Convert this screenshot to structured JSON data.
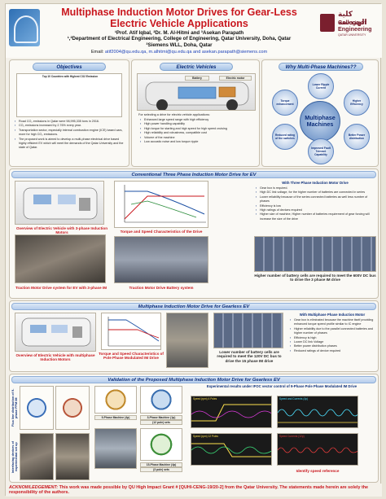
{
  "header": {
    "title": "Multiphase Induction Motor Drives for Gear-Less Electric Vehicle Applications",
    "authors_line1": "¹Prof. Atif Iqbal, ²Dr. M. Al-Hitmi and ³Asekan Parapath",
    "authors_line2": "¹,²Department of Electrical Engineering, College of Engineering, Qatar University, Doha, Qatar",
    "authors_line3": "³Siemens WLL, Doha, Qatar",
    "email_label": "Email:",
    "emails": "atif2004@qu.edu.qa, m.alhitmi@qu.edu.qa and asekan.parapath@siemens.com",
    "logo_arabic": "كلية الهندسة",
    "logo_en": "College of Engineering",
    "logo_sub": "QATAR UNIVERSITY"
  },
  "objectives": {
    "title": "Objectives",
    "chart_caption": "Top 10 Countries with Highest CO2 Emission",
    "bullets": [
      "Road CO₂ emissions in Qatar were 98,995,335 tons in 2016.",
      "CO₂ emissions increased by 2.76% every year.",
      "Transportation sector, especially internal combustion engine (ICE) based cars, more for high CO₂ emissions.",
      "The proposed work is aimed to develop a multi-phase electrical drive based highly efficient EV which will meet the demands of the Qatar University and the state of Qatar."
    ]
  },
  "electric_vehicles": {
    "title": "Electric Vehicles",
    "intro": "For selecting a drive for electric vehicle applications:",
    "bullets": [
      "Enhanced large speed range with high efficiency",
      "High power handling capability",
      "High torque for starting and high speed for high speed cruising",
      "High reliability and robustness, compatible cost",
      "Volume of the machine",
      "Low acoustic noise and low torque ripple"
    ],
    "label_motor": "Electric motor",
    "label_battery": "Battery"
  },
  "why_multiphase": {
    "title": "Why Multi-Phase Machines??",
    "center": "Multiphase Machines",
    "bubbles": [
      "Lower Ripple Current",
      "Higher Efficiency",
      "Better Power distribution",
      "Improved Fault Tolerant Capability",
      "Reduced rating of the switches",
      "Torque enhancement"
    ]
  },
  "conventional": {
    "title": "Conventional Three Phase Induction Motor Drive for EV",
    "overview_caption": "Overview of Electric Vehicle with 3-phase Induction Motors",
    "chart_caption": "Torque and Speed Characteristics of the Drive",
    "teardown_caption": "Traction Motor Drive system for EV with 3-phase IM",
    "battery_photo_caption": "Traction Motor Drive Battery system",
    "right_heading": "With Three Phase Induction Motor Drive",
    "bullets": [
      "Gear box is required.",
      "High DC link voltage, for the higher number of batteries are connected in series",
      "Lower reliability because of the series connected batteries as well less number of phases",
      "Efficiency is low",
      "High ratings of devices required",
      "Higher size of machine, Higher number of batteries requirement of gear forcing will increase the size of the drive"
    ],
    "battery_caption": "Higher number of battery cells are required to meet the 600V DC bus to drive the 3 phase IM drive"
  },
  "multiphase": {
    "title": "Multiphase Induction Motor Drive for Gearless EV",
    "overview_caption": "Overview of Electric Vehicle with multiphase Induction Motors",
    "chart_caption": "Torque and Speed Characteristics of Pole Phase Modulated IM Drive",
    "battery_caption": "Lower number of battery cells are required to meet the 120V DC bus to drive the 15 phase IM drive",
    "right_heading": "With Multiphase Phase Induction Motor",
    "bullets": [
      "Gear box is eliminated because the machine itself providing enhanced torque speed profile similar to IC engine",
      "Higher reliability due to the parallel connected batteries and higher number of phases",
      "Efficiency is high",
      "Lower DC link Voltage",
      "Better power distribution phases",
      "Reduced ratings of device required"
    ]
  },
  "validation": {
    "title": "Validation of the Proposed Multiphase Induction Motor Drive for Gearless EV",
    "side_label_1": "Flux line distribution of 9-phase PPM IM",
    "side_label_2": "Interfacing devices of experimental set up",
    "results_heading": "Experimental results under IFOC vector control of 9-Phase Pole Phase Modulated IM Drive",
    "tag_9p": "9-Phase Machine (4p)",
    "tag_3p": "3-Phase Machine (1p)",
    "tag_3p_sub": "(12 pole) sets",
    "tag_15p": "15-Phase Machine (4p)",
    "tag_15p_sub": "(3 pole) sets",
    "scope_labels": [
      "Speed (rpm) 4 Poles",
      "Speed and Currents (4p)",
      "Speed (rpm) 12 Poles",
      "Speed Currents (12p)"
    ],
    "bottom_right_caption": "Identify speed reference"
  },
  "footer": {
    "label": "ACKNOWLEDGEMENT:",
    "text": "This work was made possible by QU High Impact Grant # [QUHI-CENG-19/20-2] from the Qatar University. The statements made herein are solely the responsibility of the authors."
  },
  "chart_data": [
    {
      "type": "bar",
      "title": "Top 10 Countries with Highest CO2 Emission",
      "categories": [],
      "values": [],
      "ylabel": ""
    }
  ]
}
